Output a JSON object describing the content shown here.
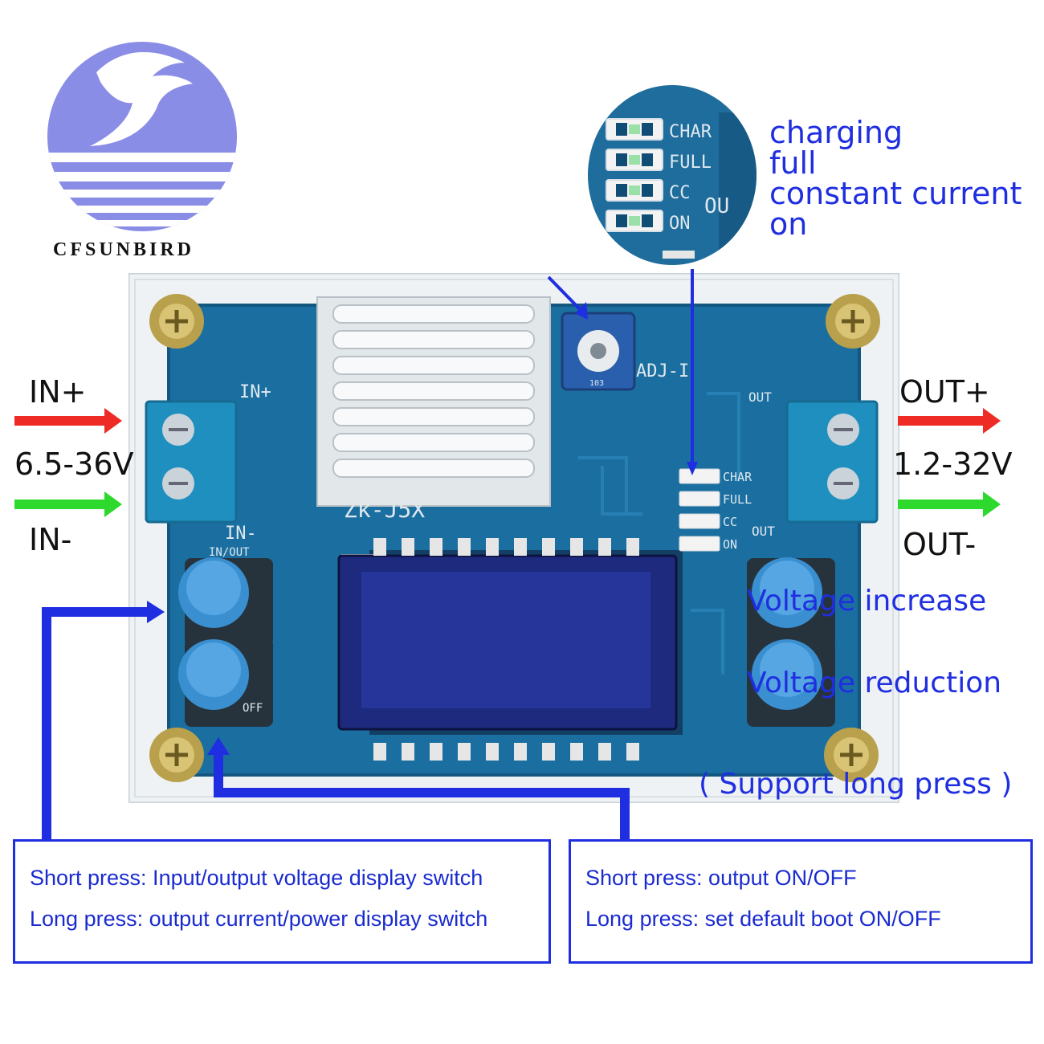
{
  "brand": {
    "name": "CFSUNBIRD"
  },
  "input": {
    "plus": "IN+",
    "minus": "IN-",
    "range": "6.5-36V"
  },
  "output": {
    "plus": "OUT+",
    "minus": "OUT-",
    "range": "1.2-32V"
  },
  "zoom": {
    "pcb_labels": [
      "CHAR",
      "FULL",
      "CC",
      "ON"
    ],
    "pcb_out": "OU",
    "meanings": [
      "charging",
      "full",
      "constant current",
      "on"
    ]
  },
  "board": {
    "model": "Zk-J5X",
    "silk_in_plus": "IN+",
    "silk_in_minus": "IN-",
    "silk_in_out": "IN/OUT",
    "silk_off": "OFF",
    "silk_adj": "ADJ-I",
    "silk_out": "OUT",
    "silk_pot": "103",
    "led_labels": [
      "CHAR",
      "FULL",
      "CC",
      "ON"
    ],
    "led_out": "OUT"
  },
  "buttons": {
    "voltage_increase": "Voltage increase",
    "voltage_reduction": "Voltage reduction",
    "support_long_press": "( Support long press )"
  },
  "info_left": {
    "line1": "Short press: Input/output voltage display switch",
    "line2": "Long press: output current/power display switch"
  },
  "info_right": {
    "line1": "Short press: output ON/OFF",
    "line2": "Long press: set default boot ON/OFF"
  },
  "colors": {
    "arrow_plus": "#ee2b24",
    "arrow_minus": "#2cd92c",
    "callout_blue": "#1f2ee0",
    "pcb": "#1b6fa0",
    "terminal": "#1f8fc0",
    "logo": "#8a8de6"
  }
}
